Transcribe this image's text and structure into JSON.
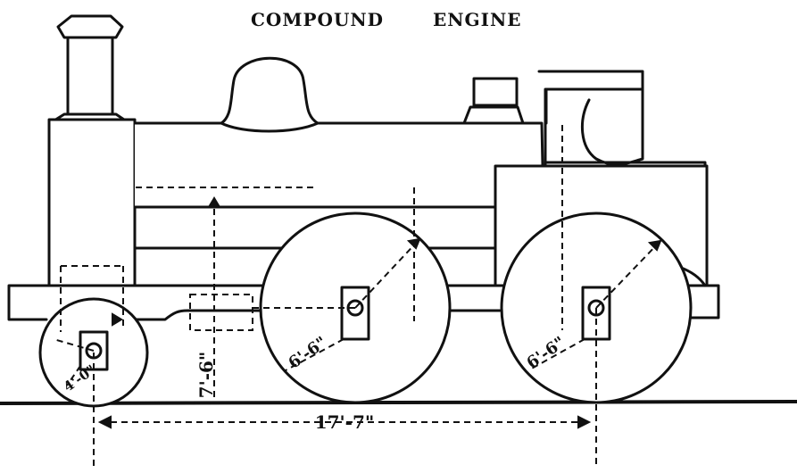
{
  "title": {
    "word1": "COMPOUND",
    "word2": "ENGINE"
  },
  "dimensions": {
    "wheelbase": "17'-7\"",
    "boiler_center_height": "7'-6\"",
    "driving_wheel_1": "6'-6\"",
    "driving_wheel_2": "6'-6\"",
    "leading_wheel": "4'-0\""
  }
}
